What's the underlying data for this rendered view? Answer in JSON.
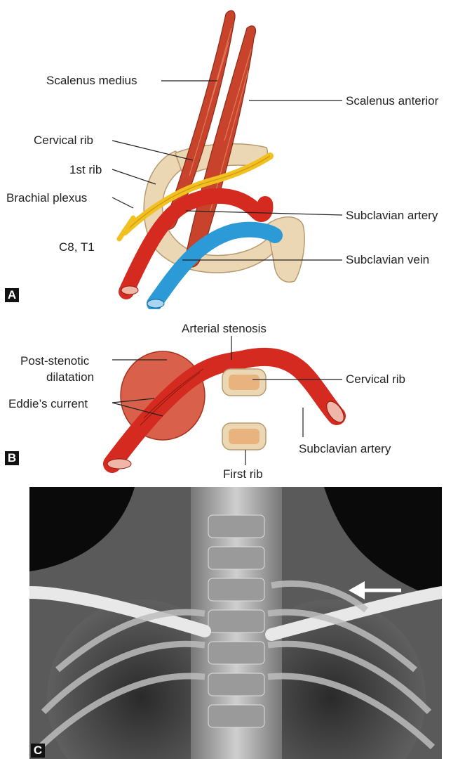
{
  "panel_a": {
    "letter": "A",
    "labels": {
      "scalenus_medius": "Scalenus medius",
      "scalenus_anterior": "Scalenus anterior",
      "cervical_rib": "Cervical rib",
      "first_rib": "1st rib",
      "brachial_plexus": "Brachial plexus",
      "c8_t1": "C8, T1",
      "subclavian_artery": "Subclavian artery",
      "subclavian_vein": "Subclavian vein"
    }
  },
  "panel_b": {
    "letter": "B",
    "labels": {
      "arterial_stenosis": "Arterial stenosis",
      "post_stenotic_line1": "Post-stenotic",
      "post_stenotic_line2": "dilatation",
      "eddies_current": "Eddie’s current",
      "cervical_rib": "Cervical rib",
      "subclavian_artery": "Subclavian artery",
      "first_rib": "First rib"
    }
  },
  "panel_c": {
    "letter": "C"
  },
  "colors": {
    "muscle": "#c8432c",
    "artery": "#d42a1f",
    "vein": "#2b9ad6",
    "nerve": "#f2c020",
    "bone": "#ecd7b4",
    "dilatation": "#d9604a"
  }
}
